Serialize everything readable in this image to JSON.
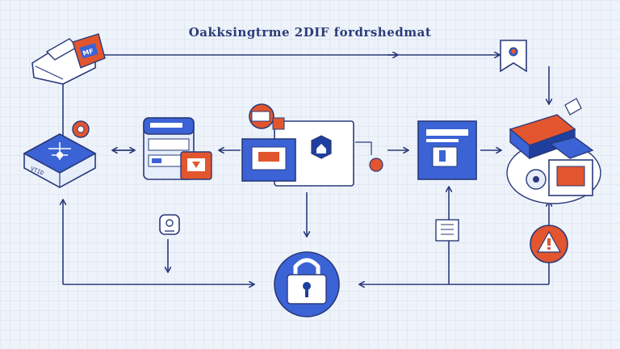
{
  "diagram": {
    "title": "Oakksingtrme 2DIF fordrshedmat",
    "colors": {
      "line": "#2a3a7a",
      "blue": "#3b63d6",
      "blue_dark": "#1e3f9e",
      "orange": "#e2552e",
      "paper": "#ffffff",
      "background": "#eef3fa"
    },
    "nodes": {
      "start_badge": {
        "text": "MF",
        "icon": "ribbon-badge-icon"
      },
      "bookmark": {
        "icon": "bookmark-icon"
      },
      "router": {
        "text": "VTID",
        "icon": "router-hub-icon"
      },
      "server": {
        "icon": "server-rack-icon"
      },
      "monitor": {
        "icon": "monitor-window-icon"
      },
      "app_panel": {
        "icon": "document-panel-icon"
      },
      "stack": {
        "icon": "hardware-stack-icon"
      },
      "lock": {
        "icon": "padlock-icon"
      },
      "key_tag": {
        "icon": "key-tag-icon"
      },
      "document_glyph": {
        "icon": "document-glyph-icon"
      },
      "warning": {
        "icon": "warning-triangle-icon"
      }
    }
  }
}
